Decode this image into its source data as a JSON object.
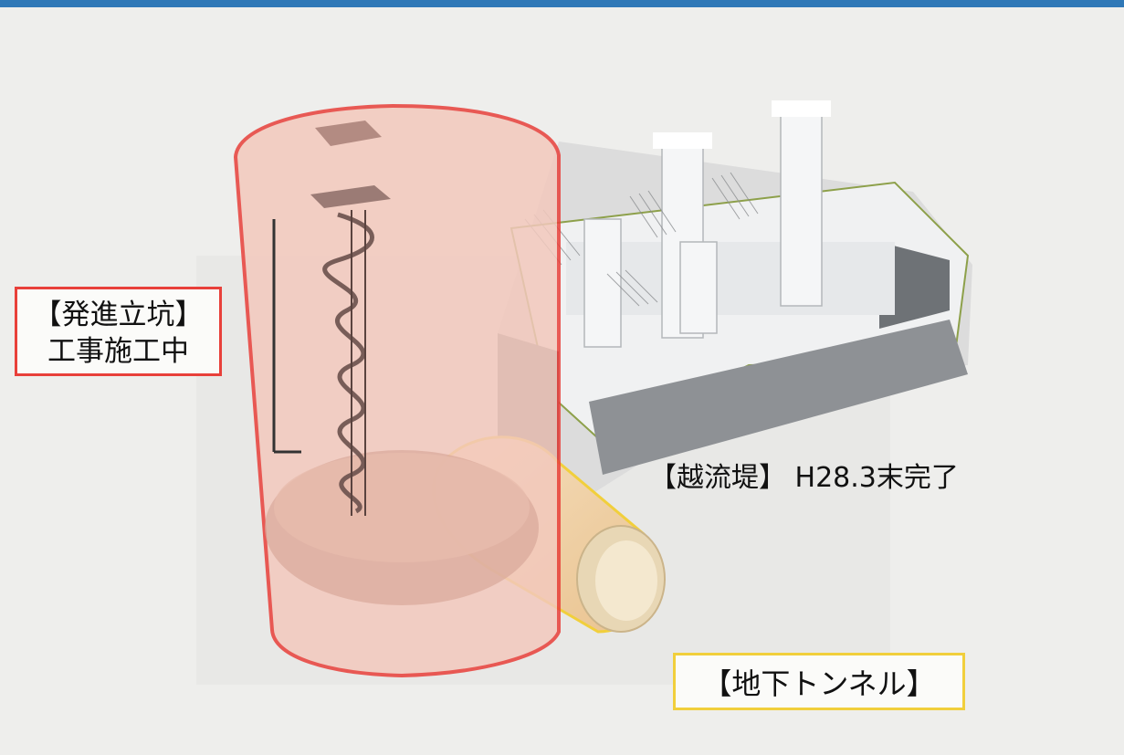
{
  "labels": {
    "shaft_title": "【発進立坑】",
    "shaft_status": "工事施工中",
    "weir": "【越流堤】 H28.3末完了",
    "tunnel": "【地下トンネル】"
  },
  "colors": {
    "shaft_outline": "#e8403a",
    "tunnel_outline": "#f1cf3c",
    "weir_outline": "#8da04a",
    "header_bar": "#2f78b7"
  }
}
